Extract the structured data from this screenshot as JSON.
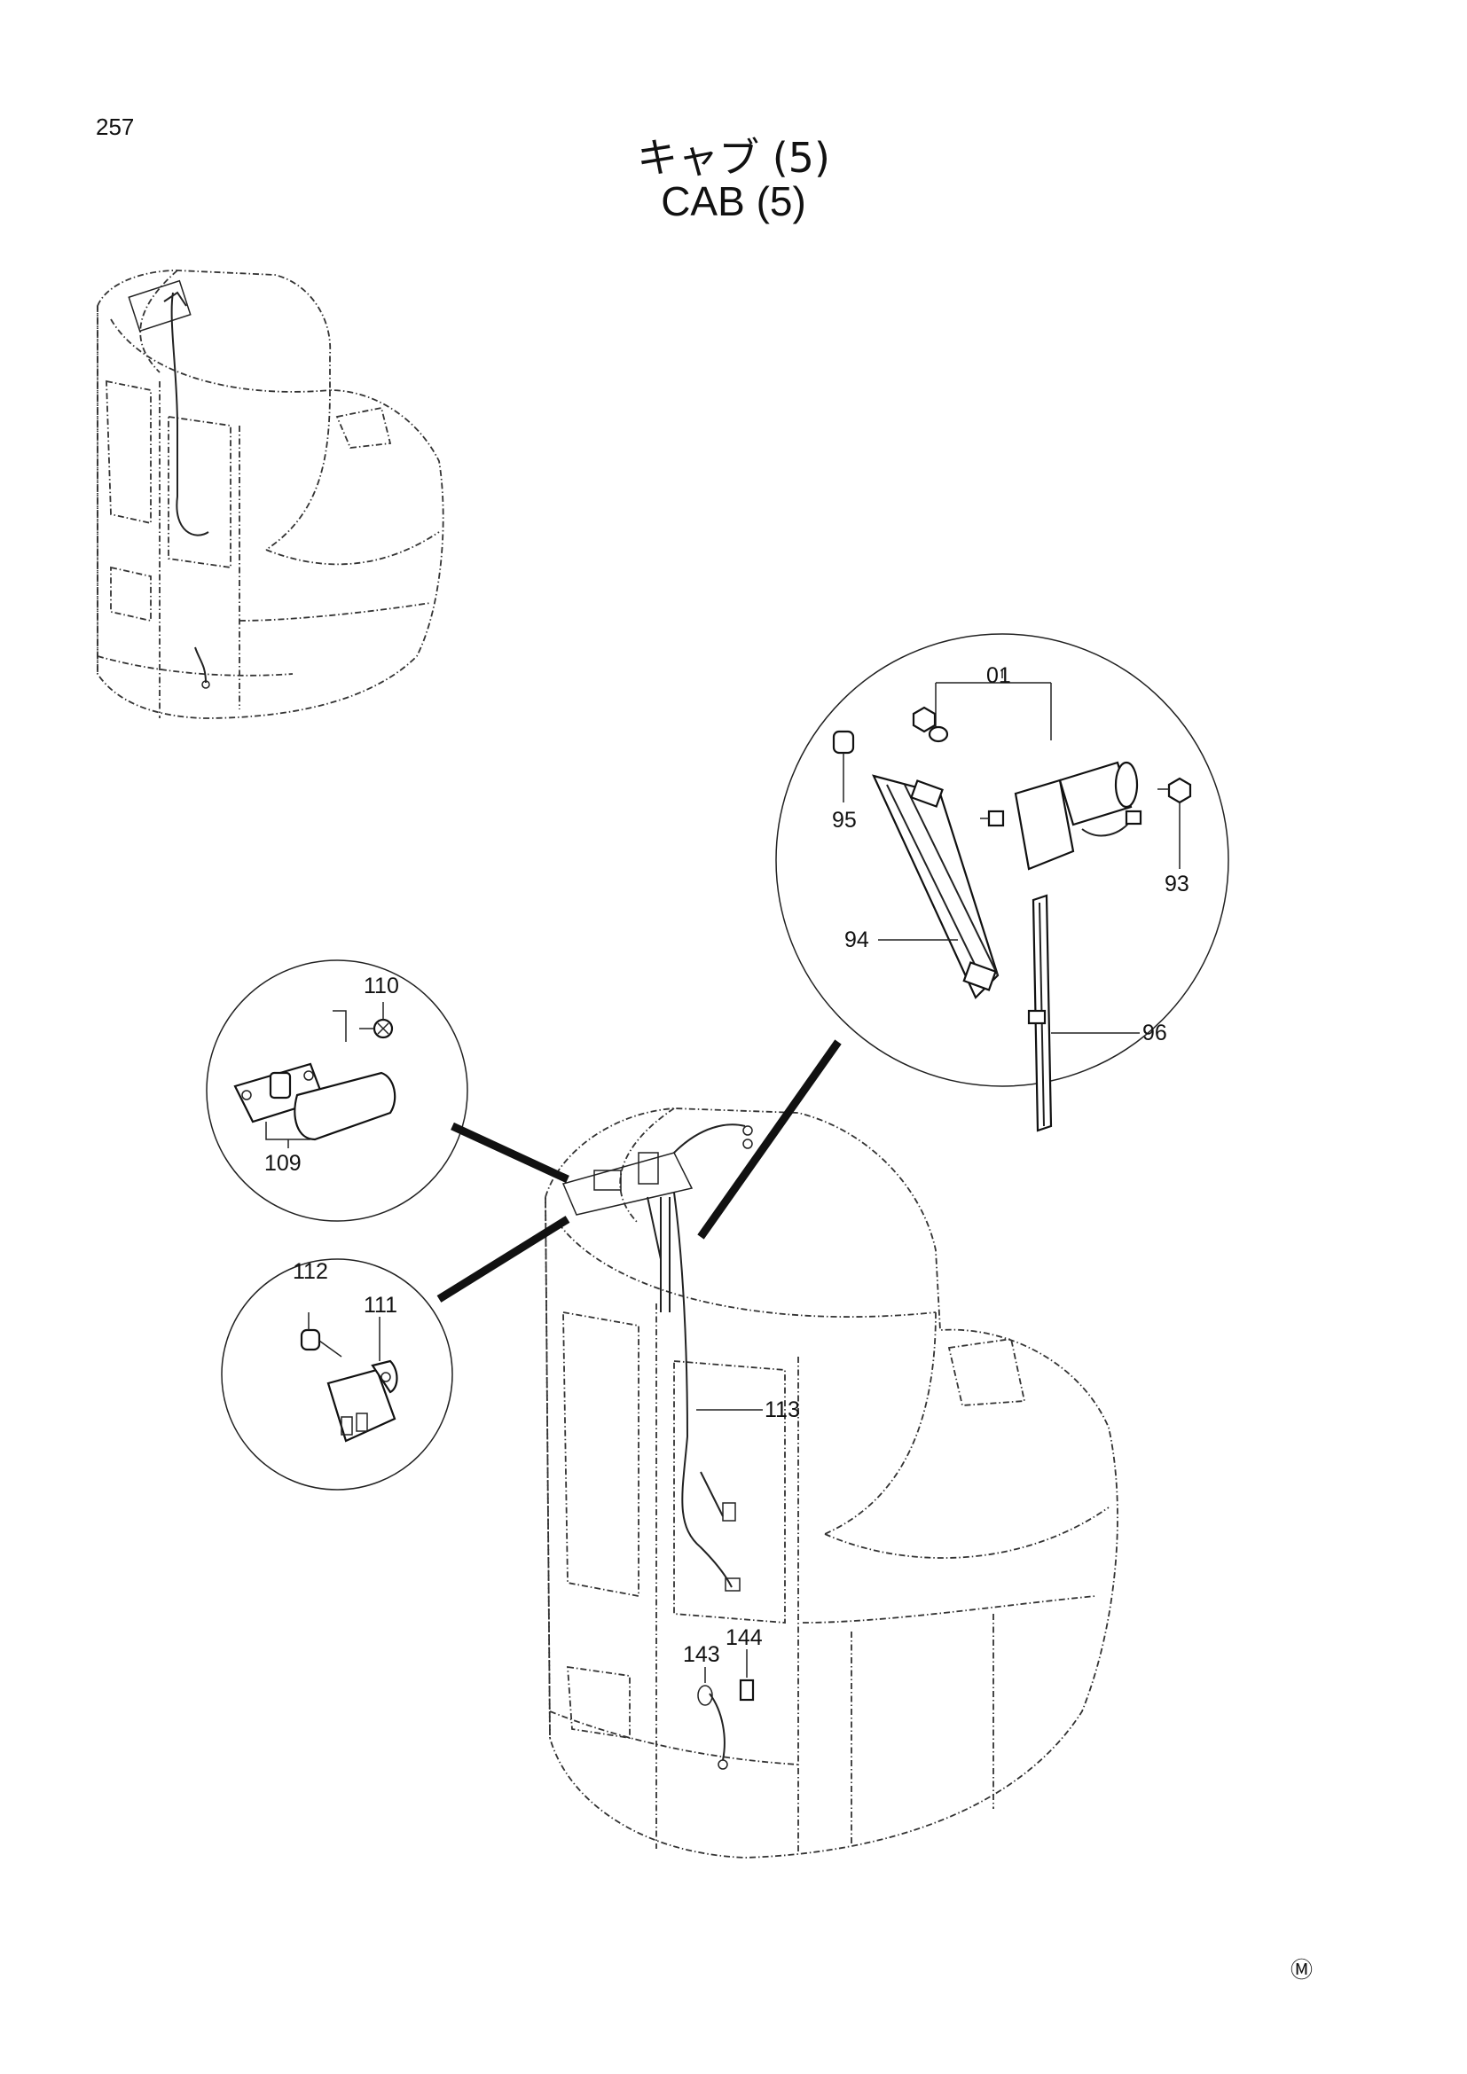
{
  "page": {
    "number": "257"
  },
  "title": {
    "jp": "キャブ (5)",
    "en": "CAB (5)"
  },
  "callouts": {
    "c01": "01",
    "c93": "93",
    "c94": "94",
    "c95": "95",
    "c96": "96",
    "c109": "109",
    "c110": "110",
    "c111": "111",
    "c112": "112",
    "c113": "113",
    "c143": "143",
    "c144": "144"
  },
  "footer": {
    "mark": "Ⓜ"
  }
}
